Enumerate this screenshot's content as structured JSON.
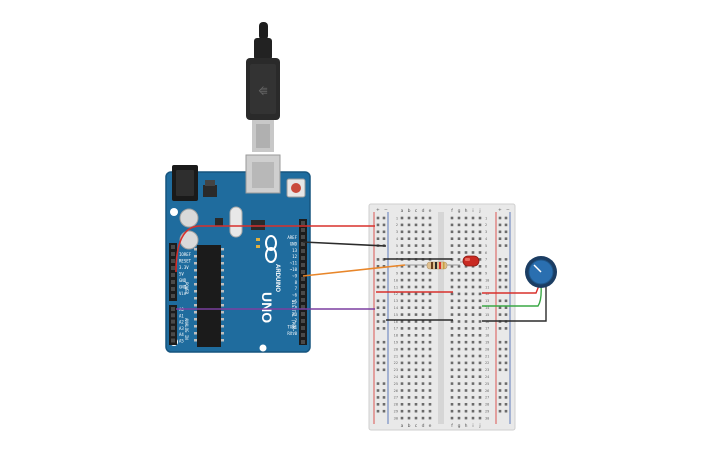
{
  "arduino": {
    "model_label": "UNO",
    "brand_label": "ARDUINO",
    "digital_label": "DIGITAL (PWM~)",
    "power_label": "POWER",
    "analog_label": "ANALOG IN",
    "top_pins": [
      "AREF",
      "GND",
      "13",
      "12",
      "~11",
      "~10",
      "~9",
      "8",
      "7",
      "~6",
      "~5",
      "4",
      "~3",
      "2",
      "TX▸1",
      "RX◂0"
    ],
    "power_pins": [
      "IOREF",
      "RESET",
      "3.3V",
      "5V",
      "GND",
      "GND",
      "Vin"
    ],
    "analog_pins": [
      "A0",
      "A1",
      "A2",
      "A3",
      "A4",
      "A5"
    ]
  },
  "breadboard": {
    "columns_left": [
      "a",
      "b",
      "c",
      "d",
      "e"
    ],
    "columns_right": [
      "f",
      "g",
      "h",
      "i",
      "j"
    ],
    "rows": [
      "1",
      "2",
      "3",
      "4",
      "5",
      "6",
      "7",
      "8",
      "9",
      "10",
      "11",
      "12",
      "13",
      "14",
      "15",
      "16",
      "17",
      "18",
      "19",
      "20",
      "21",
      "22",
      "23",
      "24",
      "25",
      "26",
      "27",
      "28",
      "29",
      "30"
    ],
    "rail_plus": "+",
    "rail_minus": "−"
  },
  "colors": {
    "board": "#1f6c9e",
    "board_edge": "#17557f",
    "wire_red": "#d8302c",
    "wire_black": "#2b2b2b",
    "wire_orange": "#e8862a",
    "wire_purple": "#7b3fa0",
    "wire_green": "#3aa845",
    "led": "#c92a22",
    "pot": "#2a6fb0"
  }
}
